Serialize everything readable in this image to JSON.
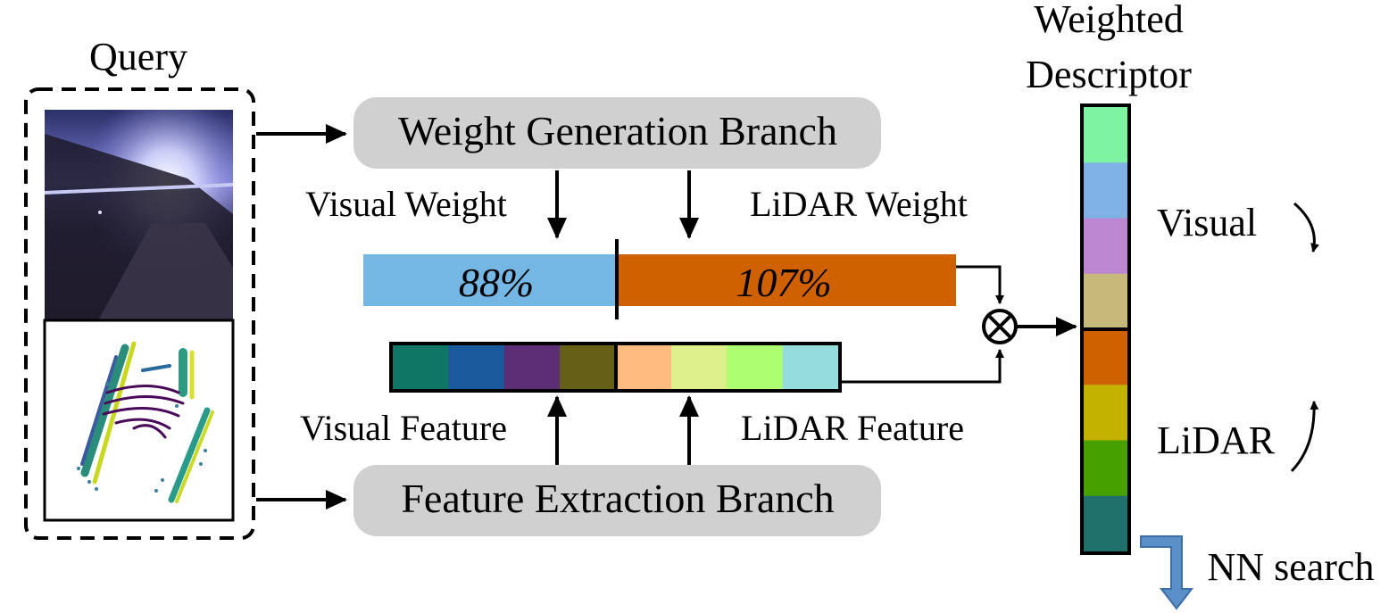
{
  "query_label": "Query",
  "weighted_descriptor_label": [
    "Weighted",
    "Descriptor"
  ],
  "branches": {
    "weight_generation": "Weight Generation Branch",
    "feature_extraction": "Feature Extraction Branch"
  },
  "weight_labels": {
    "visual": "Visual Weight",
    "lidar": "LiDAR Weight"
  },
  "weight_values": {
    "visual": "88%",
    "lidar": "107%"
  },
  "feature_labels": {
    "visual": "Visual Feature",
    "lidar": "LiDAR Feature"
  },
  "descriptor_side_labels": {
    "visual": "Visual",
    "lidar": "LiDAR"
  },
  "nn_search_label": "NN search",
  "colors": {
    "branch_fill": "#d0d0d0",
    "visual_weight": "#74b6e4",
    "lidar_weight": "#d06100",
    "visual_feature_cells": [
      "#0f7565",
      "#1a5a9c",
      "#5c2e73",
      "#666016"
    ],
    "lidar_feature_cells": [
      "#ffbb80",
      "#dcef8a",
      "#adff70",
      "#95dcdc"
    ],
    "descriptor_visual_cells": [
      "#7ef4a2",
      "#80b1e6",
      "#bc86d0",
      "#c6b97a"
    ],
    "descriptor_lidar_cells": [
      "#d06100",
      "#c3b300",
      "#45a000",
      "#1f706b"
    ],
    "nn_arrow": "#5b8fc8"
  }
}
